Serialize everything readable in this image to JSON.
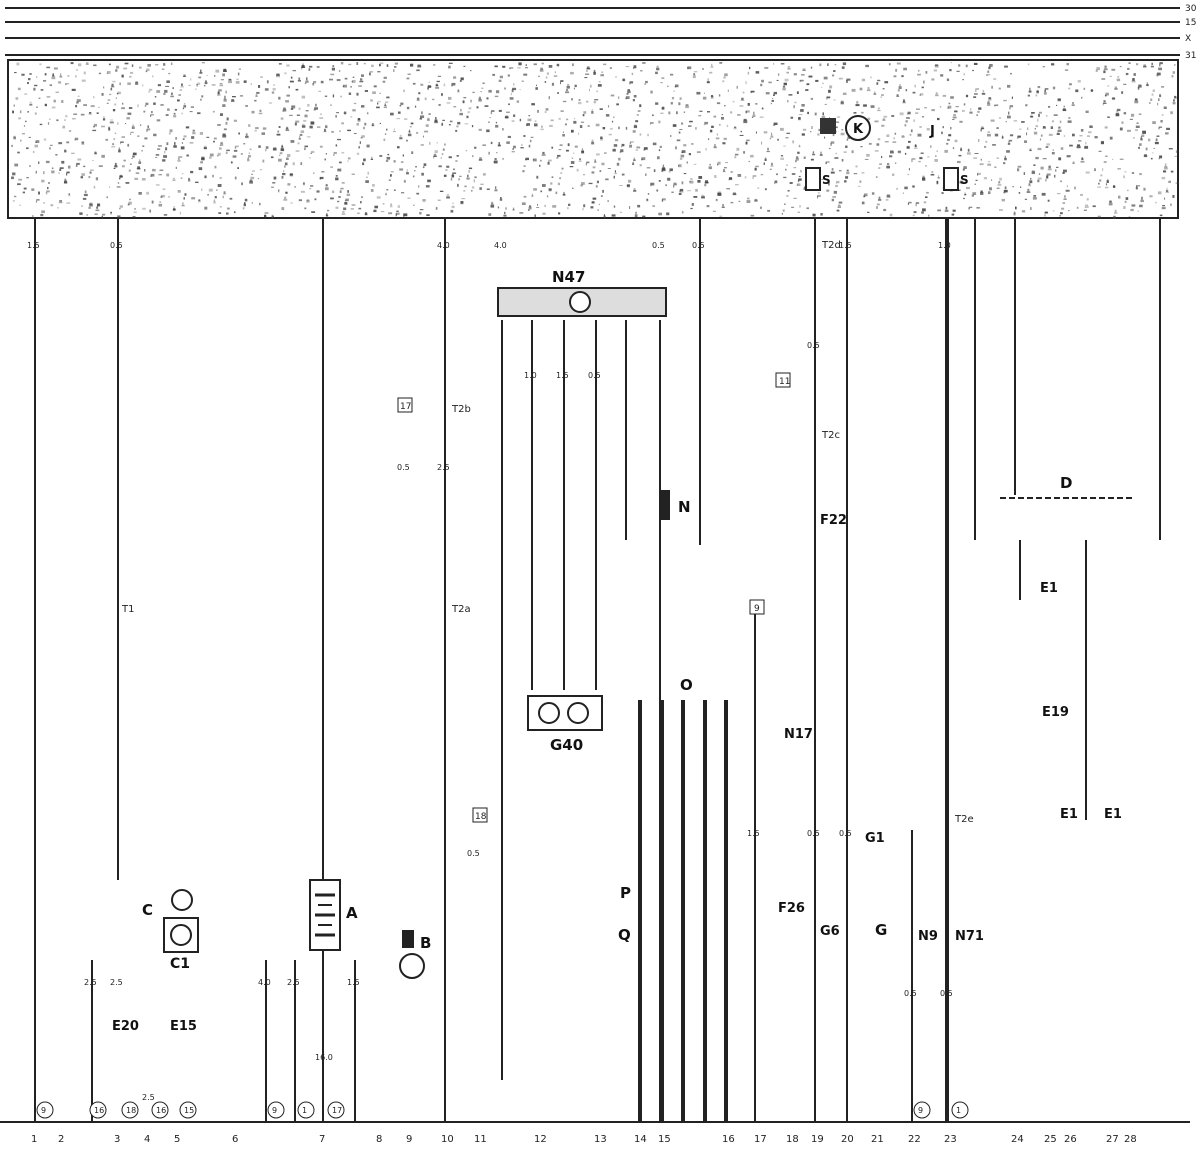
{
  "bus_labels": [
    "30",
    "15",
    "X",
    "31"
  ],
  "relays_top": [
    "S",
    "J",
    "K"
  ],
  "components": {
    "N47": "N47",
    "G40": "G40",
    "N": "N",
    "O": "O",
    "P": "P",
    "Q": "Q",
    "A": "A",
    "B": "B",
    "C": "C",
    "C1": "C1",
    "D": "D",
    "E1": "E1",
    "E19": "E19",
    "E20": "E20",
    "E15": "E15",
    "N17": "N17",
    "F22": "F22",
    "F26": "F26",
    "G6": "G6",
    "G": "G",
    "G1": "G1",
    "N71": "N71",
    "N9": "N9",
    "T1": "T1",
    "T2a": "T2a",
    "T2b": "T2b",
    "T2c": "T2c",
    "T2d": "T2d",
    "T2e": "T2e"
  },
  "connector_refs": [
    "9",
    "16",
    "18",
    "16",
    "15",
    "9",
    "1",
    "17",
    "9",
    "1"
  ],
  "box_refs": [
    "17",
    "18",
    "11",
    "9"
  ],
  "wire_sizes": [
    "1.5",
    "0.5",
    "4.0",
    "4.0",
    "1.0",
    "1.5",
    "0.5",
    "0.5",
    "0.5",
    "0.5",
    "1.5",
    "1.0",
    "2.5",
    "2.5",
    "2.5",
    "4.0",
    "2.5",
    "16.0",
    "1.5",
    "0.5",
    "2.5",
    "0.5",
    "1.5",
    "0.5",
    "0.5",
    "0.5",
    "0.5"
  ],
  "ground_numbers": [
    "1",
    "2",
    "3",
    "4",
    "5",
    "6",
    "7",
    "8",
    "9",
    "10",
    "11",
    "12",
    "13",
    "14",
    "15",
    "16",
    "17",
    "18",
    "19",
    "20",
    "21",
    "22",
    "23",
    "24",
    "25",
    "26",
    "27",
    "28"
  ],
  "colors": {
    "line": "#222222",
    "noise": "#555555",
    "paper": "#ffffff"
  }
}
